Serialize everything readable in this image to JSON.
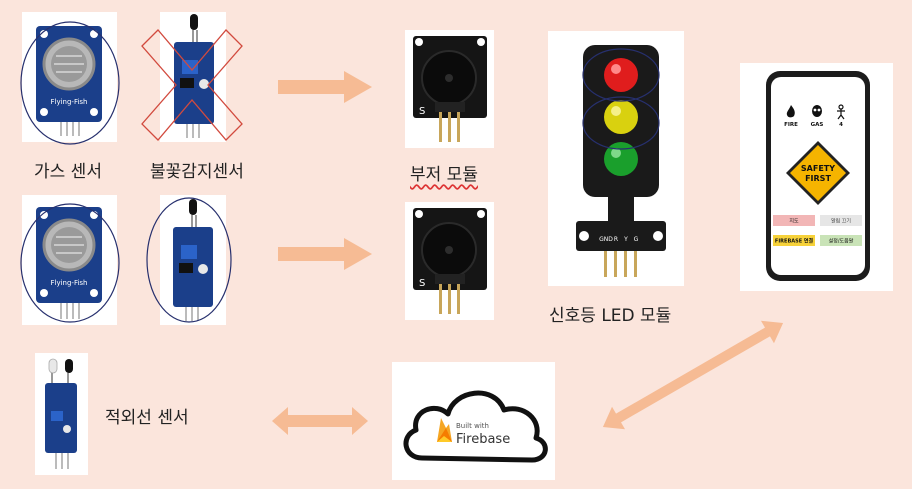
{
  "labels": {
    "gas_sensor": "가스 센서",
    "flame_sensor": "불꽃감지센서",
    "buzzer_module": "부저 모듈",
    "traffic_led": "신호등 LED 모듈",
    "ir_sensor": "적외선 센서"
  },
  "gas_board_text": "Flying-Fish",
  "buzzer_pin_text": "S",
  "traffic_led_pins": [
    "GND",
    "R",
    "Y",
    "G"
  ],
  "firebase": {
    "built_with": "Built with",
    "brand": "Firebase"
  },
  "phone": {
    "status_items": [
      {
        "icon": "flame-icon",
        "label": "FIRE"
      },
      {
        "icon": "gas-mask-icon",
        "label": "GAS"
      },
      {
        "icon": "person-icon",
        "label": "4"
      }
    ],
    "sign_line1": "SAFETY",
    "sign_line2": "FIRST",
    "buttons": {
      "map": "지도",
      "alarm_off": "알림 끄기",
      "firebase_connect": "FIREBASE 연결",
      "help": "설정/도움말"
    }
  },
  "colors": {
    "background": "#fbe5dc",
    "arrow": "#f6bb94",
    "pcb": "#1b3f8a"
  }
}
